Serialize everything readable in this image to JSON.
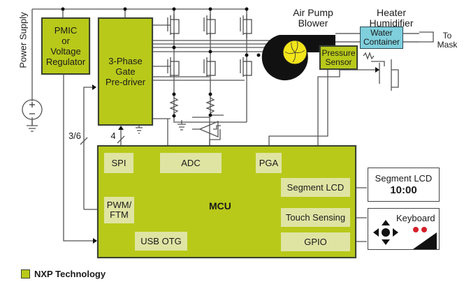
{
  "diagram": {
    "title_labels": {
      "power_supply": "Power Supply",
      "air_pump_blower": [
        "Air Pump",
        "Blower"
      ],
      "heater_humidifier": [
        "Heater",
        "Humidifier"
      ],
      "to_mask": [
        "To",
        "Mask"
      ],
      "bus_width_pwm": "3/6",
      "bus_width_spi": "4"
    },
    "blocks": {
      "pmic": [
        "PMIC",
        "or",
        "Voltage",
        "Regulator"
      ],
      "gate_driver": [
        "3-Phase",
        "Gate",
        "Pre-driver"
      ],
      "water_container": [
        "Water",
        "Container"
      ],
      "pressure_sensor": [
        "Pressure",
        "Sensor"
      ],
      "mcu": "MCU"
    },
    "mcu_modules": {
      "spi": "SPI",
      "adc": "ADC",
      "pga": "PGA",
      "pwm_ftm": [
        "PWM/",
        "FTM"
      ],
      "usb_otg": "USB OTG",
      "segment_lcd": "Segment LCD",
      "touch_sensing": "Touch Sensing",
      "gpio": "GPIO"
    },
    "peripherals": {
      "segment_lcd_title": "Segment LCD",
      "segment_lcd_value": "10:00",
      "keyboard": "Keyboard"
    },
    "legend": {
      "label": "NXP Technology",
      "color": "#b8c91a"
    },
    "colors": {
      "nxp_green": "#b8c91a",
      "module_fill": "#dfe4a3",
      "water_blue": "#7fcfdc",
      "fan_yellow": "#f2e51a",
      "keyboard_dots": "#d4202a"
    }
  }
}
